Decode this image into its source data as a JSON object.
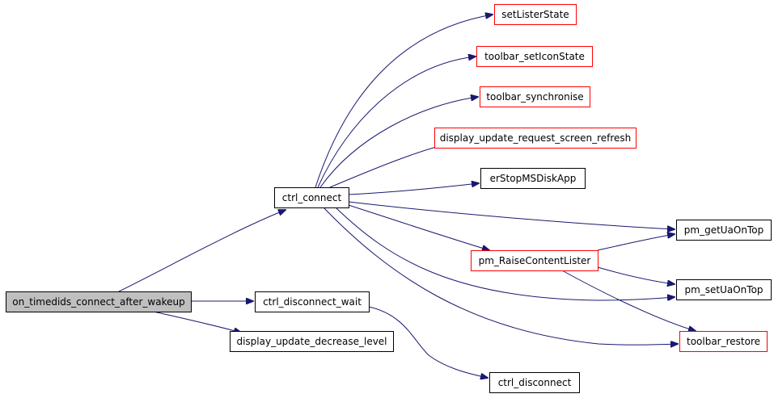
{
  "graph": {
    "colors": {
      "edge": "#191970",
      "border_default": "#000000",
      "border_missing": "#ff0000",
      "root_fill": "#bfbfbf"
    },
    "nodes": [
      {
        "id": "on_timedids_connect_after_wakeup",
        "label": "on_timedids_connect_after_wakeup",
        "style": "root"
      },
      {
        "id": "ctrl_connect",
        "label": "ctrl_connect",
        "style": "black"
      },
      {
        "id": "ctrl_disconnect_wait",
        "label": "ctrl_disconnect_wait",
        "style": "black"
      },
      {
        "id": "display_update_decrease_level",
        "label": "display_update_decrease_level",
        "style": "black"
      },
      {
        "id": "setListerState",
        "label": "setListerState",
        "style": "red"
      },
      {
        "id": "toolbar_setIconState",
        "label": "toolbar_setIconState",
        "style": "red"
      },
      {
        "id": "toolbar_synchronise",
        "label": "toolbar_synchronise",
        "style": "red"
      },
      {
        "id": "display_update_request_screen_refresh",
        "label": "display_update_request_screen_refresh",
        "style": "red"
      },
      {
        "id": "erStopMSDiskApp",
        "label": "erStopMSDiskApp",
        "style": "black"
      },
      {
        "id": "pm_getUaOnTop",
        "label": "pm_getUaOnTop",
        "style": "black"
      },
      {
        "id": "pm_RaiseContentLister",
        "label": "pm_RaiseContentLister",
        "style": "red"
      },
      {
        "id": "pm_setUaOnTop",
        "label": "pm_setUaOnTop",
        "style": "black"
      },
      {
        "id": "toolbar_restore",
        "label": "toolbar_restore",
        "style": "red"
      },
      {
        "id": "ctrl_disconnect",
        "label": "ctrl_disconnect",
        "style": "black"
      }
    ],
    "edges": [
      {
        "from": "on_timedids_connect_after_wakeup",
        "to": "ctrl_connect"
      },
      {
        "from": "on_timedids_connect_after_wakeup",
        "to": "ctrl_disconnect_wait"
      },
      {
        "from": "on_timedids_connect_after_wakeup",
        "to": "display_update_decrease_level"
      },
      {
        "from": "ctrl_connect",
        "to": "setListerState"
      },
      {
        "from": "ctrl_connect",
        "to": "toolbar_setIconState"
      },
      {
        "from": "ctrl_connect",
        "to": "toolbar_synchronise"
      },
      {
        "from": "ctrl_connect",
        "to": "display_update_request_screen_refresh"
      },
      {
        "from": "ctrl_connect",
        "to": "erStopMSDiskApp"
      },
      {
        "from": "ctrl_connect",
        "to": "pm_getUaOnTop"
      },
      {
        "from": "ctrl_connect",
        "to": "pm_RaiseContentLister"
      },
      {
        "from": "ctrl_connect",
        "to": "pm_setUaOnTop"
      },
      {
        "from": "ctrl_connect",
        "to": "toolbar_restore"
      },
      {
        "from": "pm_RaiseContentLister",
        "to": "pm_getUaOnTop"
      },
      {
        "from": "pm_RaiseContentLister",
        "to": "pm_setUaOnTop"
      },
      {
        "from": "pm_RaiseContentLister",
        "to": "toolbar_restore"
      },
      {
        "from": "ctrl_disconnect_wait",
        "to": "ctrl_disconnect"
      }
    ]
  }
}
